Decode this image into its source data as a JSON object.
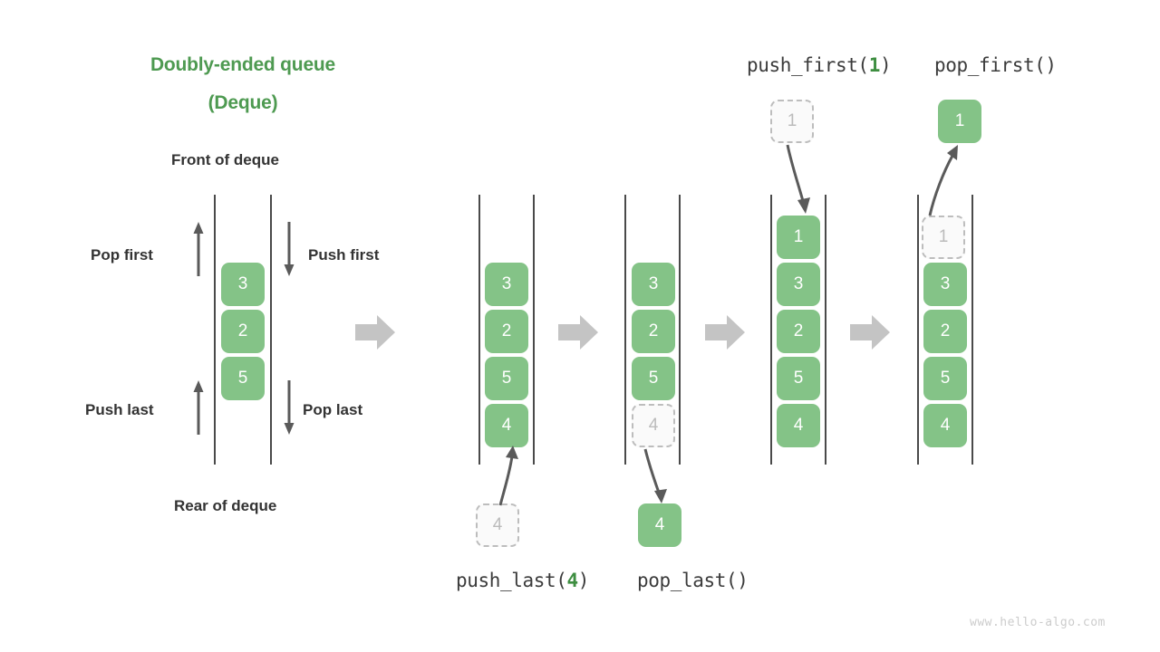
{
  "diagram": {
    "title_line1": "Doubly-ended queue",
    "title_line2": "(Deque)",
    "front_label": "Front of deque",
    "rear_label": "Rear of deque",
    "watermark": "www.hello-algo.com",
    "accent_color": "#4e9a51",
    "cell_color": "#84c387",
    "ghost_color": "#fafafa",
    "arrow_color": "#c4c4c4",
    "thin_arrow_color": "#5a5a5a"
  },
  "operations": {
    "pop_first": "Pop first",
    "push_first": "Push first",
    "push_last": "Push last",
    "pop_last": "Pop last"
  },
  "code_labels": {
    "push_first": {
      "prefix": "push_first(",
      "arg": "1",
      "suffix": ")"
    },
    "pop_first": {
      "prefix": "pop_first()",
      "arg": "",
      "suffix": ""
    },
    "push_last": {
      "prefix": "push_last(",
      "arg": "4",
      "suffix": ")"
    },
    "pop_last": {
      "prefix": "pop_last()",
      "arg": "",
      "suffix": ""
    }
  },
  "panels": [
    {
      "id": "initial",
      "name": "initial-deque",
      "cells": [
        {
          "value": "3",
          "ghost": false
        },
        {
          "value": "2",
          "ghost": false
        },
        {
          "value": "5",
          "ghost": false
        }
      ],
      "floating": []
    },
    {
      "id": "push-last-result",
      "name": "deque-after-push-last",
      "cells": [
        {
          "value": "3",
          "ghost": false
        },
        {
          "value": "2",
          "ghost": false
        },
        {
          "value": "5",
          "ghost": false
        },
        {
          "value": "4",
          "ghost": false
        }
      ],
      "floating": [
        {
          "value": "4",
          "ghost": true,
          "position": "below"
        }
      ]
    },
    {
      "id": "pop-last-state",
      "name": "deque-before-pop-last",
      "cells": [
        {
          "value": "3",
          "ghost": false
        },
        {
          "value": "2",
          "ghost": false
        },
        {
          "value": "5",
          "ghost": false
        },
        {
          "value": "4",
          "ghost": true
        }
      ],
      "floating": [
        {
          "value": "4",
          "ghost": false,
          "position": "below"
        }
      ]
    },
    {
      "id": "push-first-result",
      "name": "deque-after-push-first",
      "cells": [
        {
          "value": "1",
          "ghost": false
        },
        {
          "value": "3",
          "ghost": false
        },
        {
          "value": "2",
          "ghost": false
        },
        {
          "value": "5",
          "ghost": false
        },
        {
          "value": "4",
          "ghost": false
        }
      ],
      "floating": [
        {
          "value": "1",
          "ghost": true,
          "position": "above"
        }
      ]
    },
    {
      "id": "pop-first-state",
      "name": "deque-before-pop-first",
      "cells": [
        {
          "value": "1",
          "ghost": true
        },
        {
          "value": "3",
          "ghost": false
        },
        {
          "value": "2",
          "ghost": false
        },
        {
          "value": "5",
          "ghost": false
        },
        {
          "value": "4",
          "ghost": false
        }
      ],
      "floating": [
        {
          "value": "1",
          "ghost": false,
          "position": "above"
        }
      ]
    }
  ],
  "flow_arrows": [
    {
      "name": "flow-arrow-1"
    },
    {
      "name": "flow-arrow-2"
    },
    {
      "name": "flow-arrow-3"
    },
    {
      "name": "flow-arrow-4"
    }
  ]
}
